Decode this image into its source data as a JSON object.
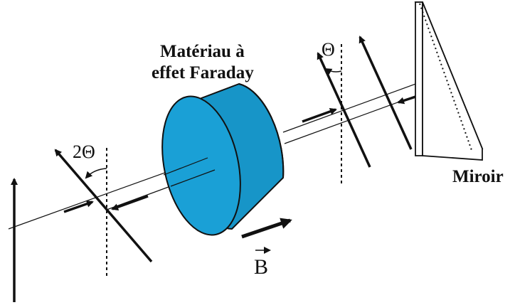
{
  "labels": {
    "material_line1": "Matériau à",
    "material_line2": "effet Faraday",
    "theta": "Θ",
    "two_theta": "2Θ",
    "mirror": "Miroir",
    "field": "B"
  },
  "colors": {
    "cylinder_face": "#1aa0d6",
    "cylinder_side": "#1795c8",
    "ink": "#111111",
    "mirror_face": "#ffffff"
  }
}
